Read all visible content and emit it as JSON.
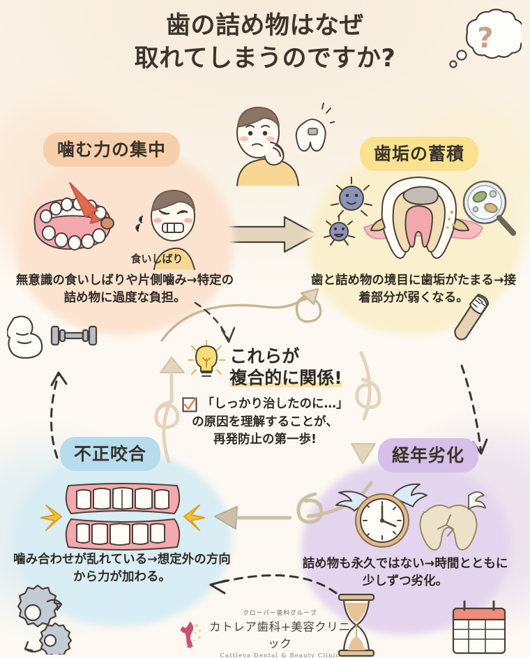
{
  "header": {
    "title_line1": "歯の詰め物はなぜ",
    "title_line2": "取れてしまうのですか?",
    "thought_mark": "?"
  },
  "center_figure": {
    "person_icon": "worried-person-holding-cheek",
    "tooth_icon": "tooth-with-filling",
    "arrow_icon": "right-arrow"
  },
  "quadrants": [
    {
      "id": "q1",
      "badge": "噛む力の集中",
      "badge_color": "#f8cfab",
      "blob_color": "#fbe3d0",
      "sublabel": "食いしばり",
      "caption": "無意識の食いしばりや片側噛み→特定の詰め物に過度な負担。",
      "illustration": "denture-with-red-arrow-and-clenching-boy"
    },
    {
      "id": "q2",
      "badge": "歯垢の蓄積",
      "badge_color": "#f8e28f",
      "blob_color": "#faf0ce",
      "sublabel": "",
      "caption": "歯と詰め物の境目に歯垢がたまる→接着部分が弱くなる。",
      "illustration": "tooth-cross-section-with-bacteria-and-magnifier"
    },
    {
      "id": "q3",
      "badge": "不正咬合",
      "badge_color": "#b6dced",
      "blob_color": "#d8edf4",
      "sublabel": "",
      "caption": "噛み合わせが乱れている→想定外の方向から力が加わる。",
      "illustration": "upper-and-lower-teeth-with-impact-sparks"
    },
    {
      "id": "q4",
      "badge": "経年劣化",
      "badge_color": "#d6bfe8",
      "blob_color": "#e4d5ee",
      "sublabel": "",
      "caption": "詰め物も永久ではない→時間とともに少しずつ劣化。",
      "illustration": "winged-clock-and-cracked-tooth"
    }
  ],
  "center_message": {
    "headline_line1": "これらが",
    "headline_line2": "複合的に関係!",
    "body_line1": "「しっかり治したのに…」",
    "body_line2": "の原因を理解することが、",
    "body_line3": "再発防止の第一歩!",
    "bulb_icon": "lightbulb-icon",
    "check_icon": "checkbox-checked-icon"
  },
  "decorations": {
    "muscle_icon": "flexed-arm-and-dumbbell-icon",
    "toothbrush_icon": "toothbrush-icon",
    "gears_icon": "gears-icon",
    "hourglass_icon": "hourglass-icon",
    "calendar_icon": "calendar-icon",
    "flow_left": "dashed-arrow-up",
    "flow_right": "dashed-arrow-down",
    "flow_bottom": "dashed-arrow-left",
    "flow_center": "curved-loop-arrow-up-right"
  },
  "footer": {
    "group_name": "クローバー歯科グループ",
    "clinic_name": "カトレア歯科+美容クリニック",
    "clinic_name_en": "Cattleya Dental & Beauty Clinic",
    "logo_icon": "pink-flower-logo-icon"
  },
  "colors": {
    "background": "#fdf9f2",
    "title_text": "#3d352c",
    "peach": "#f8cfab",
    "yellow": "#f8e28f",
    "blue": "#b6dced",
    "purple": "#d6bfe8",
    "arrow_beige": "#e3d4bc"
  }
}
